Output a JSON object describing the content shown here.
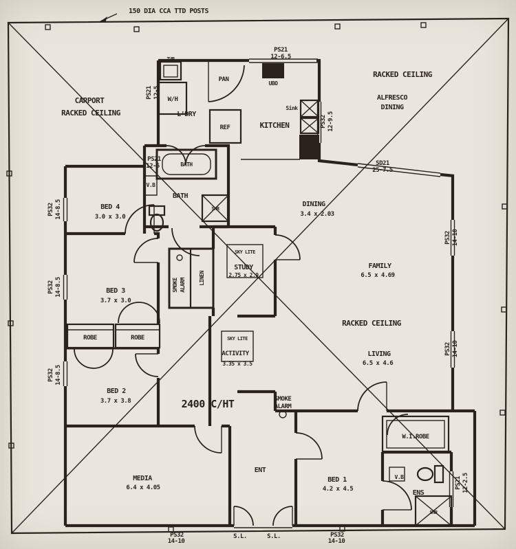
{
  "plan": {
    "colors": {
      "paper": "#eae6dd",
      "ink": "#29231b"
    },
    "posts_note": "150 DIA CCA TTD POSTS",
    "carport": {
      "name": "CARPORT",
      "ceiling": "RACKED CEILING"
    },
    "alfresco": {
      "ceiling": "RACKED CEILING",
      "name1": "ALFRESCO",
      "name2": "DINING"
    },
    "living_ceiling": "RACKED CEILING",
    "ceiling_height": "2400 C/HT",
    "rooms": {
      "ldry": {
        "name": "L'DRY"
      },
      "kitchen": {
        "name": "KITCHEN"
      },
      "bath": {
        "name": "BATH"
      },
      "bed4": {
        "name": "BED 4",
        "dims": "3.0 x 3.0"
      },
      "dining": {
        "name": "DINING",
        "dims": "3.4 x 2.03"
      },
      "family": {
        "name": "FAMILY",
        "dims": "6.5 x 4.69"
      },
      "study": {
        "name": "STUDY",
        "dims": "2.75 x 2.9",
        "skylight": "SKY LITE"
      },
      "bed3": {
        "name": "BED 3",
        "dims": "3.7 x 3.0"
      },
      "activity": {
        "name": "ACTIVITY",
        "dims": "3.35 x 3.5",
        "skylight": "SKY LITE"
      },
      "living": {
        "name": "LIVING",
        "dims": "6.5 x 4.6"
      },
      "bed2": {
        "name": "BED 2",
        "dims": "3.7 x 3.8"
      },
      "media": {
        "name": "MEDIA",
        "dims": "6.4 x 4.05"
      },
      "ent": {
        "name": "ENT"
      },
      "bed1": {
        "name": "BED 1",
        "dims": "4.2 x 4.5"
      },
      "ens": {
        "name": "ENS"
      },
      "wirobe": {
        "name": "W.I.ROBE"
      }
    },
    "fixtures": {
      "tub": "TUB",
      "water_heater": "W/H",
      "pantry": "PAN",
      "fridge": "REF",
      "oven": "UBO",
      "sink": "Sink",
      "bathtub": "BATH",
      "vanity": "V.B",
      "shower": "SHR",
      "robe": "ROBE",
      "linen": "LINEN",
      "smoke": "SMOKE",
      "alarm": "ALARM"
    },
    "panels": {
      "laundry_l1": "PS21",
      "laundry_l2": "12-5",
      "kitchen_top_l1": "PS21",
      "kitchen_top_l2": "12-6.5",
      "kitchen_right_l1": "PS32",
      "kitchen_right_l2": "12-9.5",
      "slider_l1": "SD21",
      "slider_l2": "25-7.5",
      "bath_l1": "PS21",
      "bath_l2": "12-5",
      "left_l1": "PS32",
      "left_l2": "14-8.5",
      "right_l1": "PS32",
      "right_l2": "14-10",
      "ens_l1": "PS21",
      "ens_l2": "12-2.5",
      "bottom_l1": "PS32",
      "bottom_l2": "14-10",
      "sidelight": "S.L."
    }
  }
}
